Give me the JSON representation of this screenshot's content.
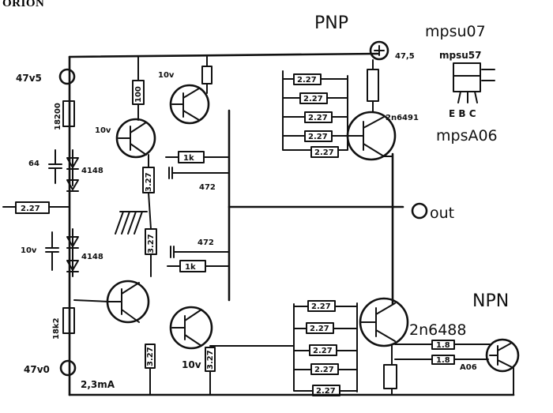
{
  "header": {
    "logo_text": "ORION"
  },
  "supply": {
    "top_label": "47v5",
    "bottom_label": "47v0",
    "bias_current": "2,3mA"
  },
  "transistors": {
    "pnp_section_label": "PNP",
    "npn_section_label": "NPN",
    "q_left_top": "10v",
    "q_mid_top": "10v",
    "q_bottom_right_small": "10v",
    "pnp_output": "2n6491",
    "npn_output": "2n6488",
    "npn_protect": "A06"
  },
  "resistors": {
    "r_top_left": "100",
    "r_input": "18200",
    "r_left_side": "2.27",
    "r_bottom_left": "18k2",
    "r_mid_vertical": "3.27",
    "r_mid_vertical_2": "3.27",
    "r_1k_top": "1k",
    "r_1k_mid": "1k",
    "r_bot_a": "3.27",
    "r_bot_b": "3.27",
    "r_pnp_bank": [
      "2.27",
      "2.27",
      "2.27",
      "2.27",
      "2.27"
    ],
    "r_npn_bank": [
      "2.27",
      "2.27",
      "2.27",
      "2.27",
      "2.27"
    ],
    "r_npn_protect_1": "1.8",
    "r_npn_protect_2": "1.8"
  },
  "capacitors": {
    "c_472_top": "472",
    "c_472_mid": "472"
  },
  "diodes": {
    "d_top": "4148",
    "d_bottom": "4148",
    "cap_top": "64",
    "cap_bottom": "10v"
  },
  "output": {
    "label": "out"
  },
  "pinout": {
    "package_names": [
      "mpsu07",
      "mpsu57"
    ],
    "supply_hint": "47,5",
    "pin_labels": "E  B C",
    "footer_name": "mpsA06"
  }
}
